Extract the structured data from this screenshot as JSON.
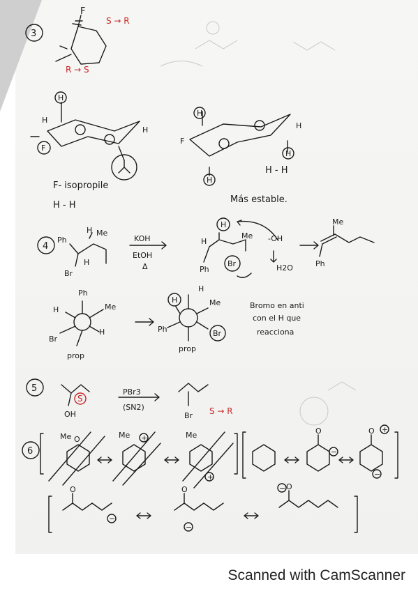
{
  "problems": [
    {
      "number": "3",
      "labels": {
        "F": "F",
        "stereo_s_to_r": "S → R",
        "stereo_r_to_s": "R → S",
        "h": "H",
        "f_isopropyl": "F- isopropile",
        "h_h_left": "H - H",
        "h_h_right": "H - H",
        "mas_estable": "Más estable."
      }
    },
    {
      "number": "4",
      "labels": {
        "ph": "Ph",
        "me": "Me",
        "br": "Br",
        "h": "H",
        "reagent_top": "KOH",
        "reagent_bottom": "EtOH",
        "heat": "Δ",
        "oh": "-OH",
        "h2o": "H2O",
        "prop": "prop",
        "note_line1": "Bromo en anti",
        "note_line2": "con el H que",
        "note_line3": "reacciona"
      }
    },
    {
      "number": "5",
      "labels": {
        "oh": "OH",
        "s": "S",
        "reagent_top": "PBr3",
        "reagent_bottom": "(SN2)",
        "br": "Br",
        "stereo_s_to_r": "S → R"
      }
    },
    {
      "number": "6",
      "labels": {
        "me": "Me",
        "o": "O",
        "plus": "+",
        "minus": "−"
      }
    }
  ],
  "footer": {
    "watermark": "Scanned with CamScanner"
  }
}
